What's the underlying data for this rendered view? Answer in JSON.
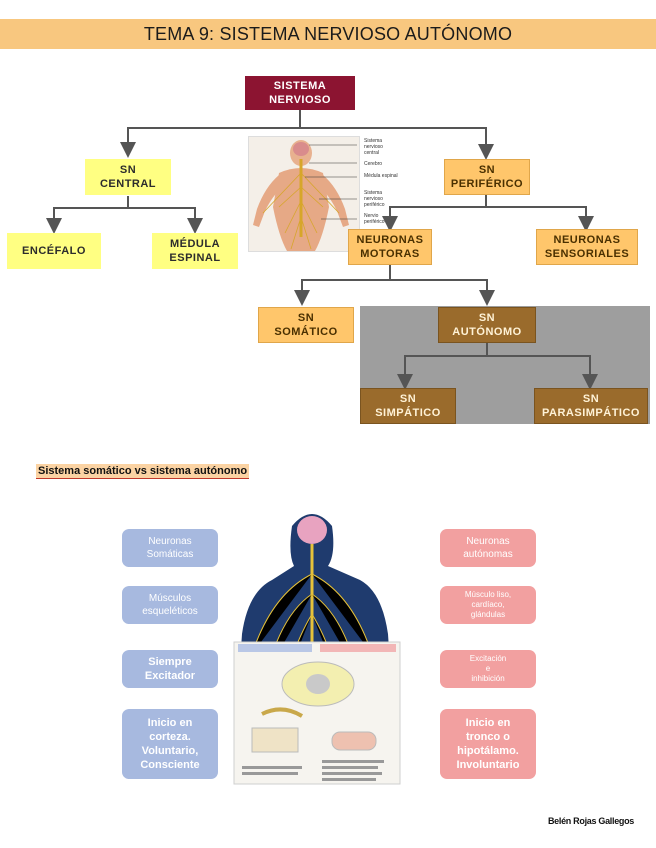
{
  "title": "TEMA 9: SISTEMA NERVIOSO AUTÓNOMO",
  "tree": {
    "root": "SISTEMA\nNERVIOSO",
    "central": "SN\nCENTRAL",
    "periferico": "SN\nPERIFÉRICO",
    "encefalo": "ENCÉFALO",
    "medula": "MÉDULA\nESPINAL",
    "motoras": "NEURONAS\nMOTORAS",
    "sensoriales": "NEURONAS\nSENSORIALES",
    "somatico": "SN\nSOMÁTICO",
    "autonomo": "SN\nAUTÓNOMO",
    "simpatico": "SN\nSIMPÁTICO",
    "parasimpatico": "SN\nPARASIMPÁTICO"
  },
  "figure_labels": [
    "Sistema",
    "nervioso",
    "central",
    "Cerebro",
    "Médula espinal",
    "Sistema",
    "nervioso",
    "periférico",
    "Nervio",
    "periférico"
  ],
  "section_title": "Sistema somático vs sistema autónomo",
  "comparison": {
    "somatic": [
      "Neuronas\nSomáticas",
      "Músculos\nesqueléticos",
      "Siempre\nExcitador",
      "Inicio en\ncorteza.\nVoluntario,\nConsciente"
    ],
    "autonomic": [
      "Neuronas\nautónomas",
      "Músculo liso,\ncardíaco,\nglándulas",
      "Excitación\ne\ninhibición",
      "Inicio en\ntronco o\nhipotálamo.\nInvoluntario"
    ]
  },
  "signature": "Belén Rojas Gallegos",
  "colors": {
    "title_bar": "#f8c77f",
    "root": "#8c1431",
    "central_branch": "#ffff82",
    "peripheral_branch": "#ffc66b",
    "autonomic_branch": "#9a6b2c",
    "panel": "#9e9e9e",
    "somatic_pills": "#a7b9df",
    "autonomic_pills": "#f2a0a0"
  }
}
